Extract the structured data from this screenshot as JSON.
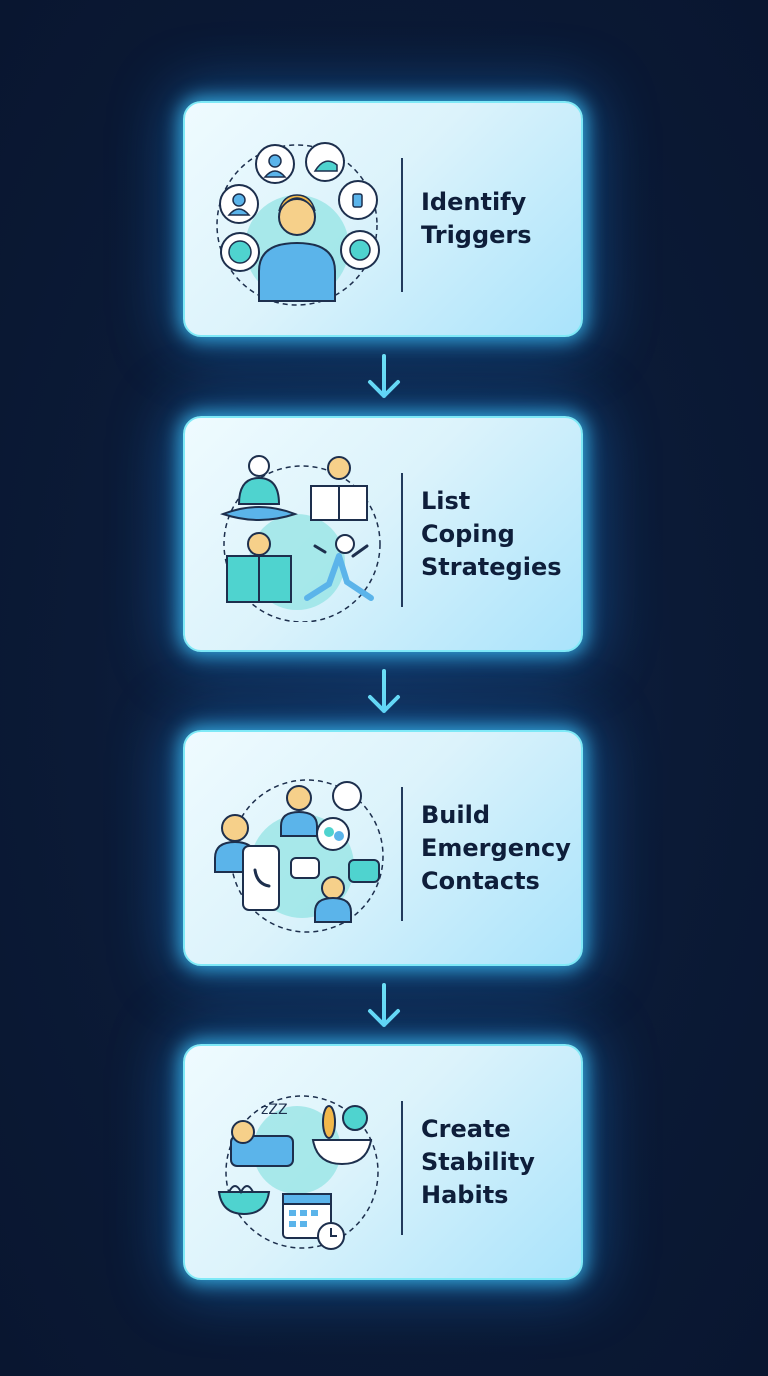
{
  "steps": [
    {
      "lines": [
        "Identify",
        "Triggers"
      ],
      "icon": "person-with-triggers-icon"
    },
    {
      "lines": [
        "List",
        "Coping",
        "Strategies"
      ],
      "icon": "coping-activities-icon"
    },
    {
      "lines": [
        "Build",
        "Emergency",
        "Contacts"
      ],
      "icon": "contacts-network-icon"
    },
    {
      "lines": [
        "Create",
        "Stability",
        "Habits"
      ],
      "icon": "daily-habits-icon"
    }
  ],
  "colors": {
    "accent": "#7fe9f7",
    "text": "#0e1e3a",
    "icon_fill": "#5bb4ea",
    "icon_teal": "#4fd3cf",
    "skin": "#f6d08a"
  }
}
